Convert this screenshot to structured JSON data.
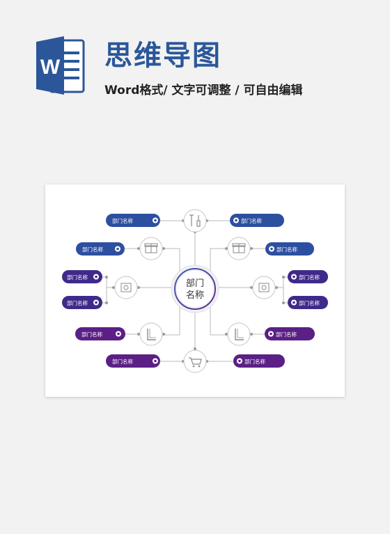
{
  "header": {
    "title": "思维导图",
    "subtitle": "Word格式/ 文字可调整 / 可自由编辑",
    "logo_letter": "W"
  },
  "mindmap": {
    "center": {
      "line1": "部门",
      "line2": "名称"
    },
    "nodes": [
      {
        "id": "top-left",
        "label": "部门名称"
      },
      {
        "id": "top-right",
        "label": "部门名称"
      },
      {
        "id": "upper-left",
        "label": "部门名称"
      },
      {
        "id": "upper-right",
        "label": "部门名称"
      },
      {
        "id": "mid-left-a",
        "label": "部门名称"
      },
      {
        "id": "mid-left-b",
        "label": "部门名称"
      },
      {
        "id": "mid-right-a",
        "label": "部门名称"
      },
      {
        "id": "mid-right-b",
        "label": "部门名称"
      },
      {
        "id": "lower-left",
        "label": "部门名称"
      },
      {
        "id": "lower-right",
        "label": "部门名称"
      },
      {
        "id": "bottom-left",
        "label": "部门名称"
      },
      {
        "id": "bottom-right",
        "label": "部门名称"
      }
    ],
    "icons": [
      "tools-icon",
      "gift-icon",
      "gift-icon",
      "scanner-icon",
      "scanner-icon",
      "ruler-icon",
      "ruler-icon",
      "cart-icon"
    ],
    "colors": {
      "blue": "#2d4fa0",
      "indigo": "#3f2a8a",
      "purple": "#5b1f86",
      "line": "#b8b8b8",
      "center_ring": "#4a3a9a"
    }
  }
}
